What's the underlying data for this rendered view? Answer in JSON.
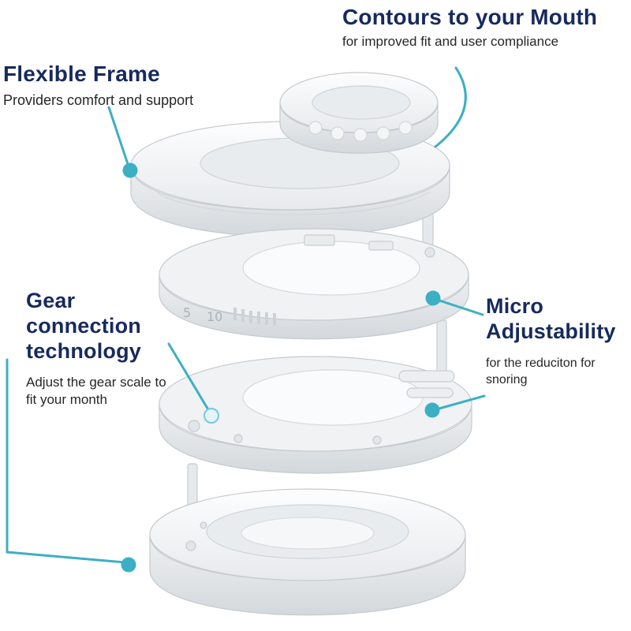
{
  "colors": {
    "accent": "#3dafc4",
    "heading": "#172a5e",
    "body_text": "#262626",
    "background": "#ffffff"
  },
  "callouts": {
    "contours": {
      "title": "Contours to your Mouth",
      "subtitle": "for improved fit and user compliance"
    },
    "flexible_frame": {
      "title": "Flexible Frame",
      "subtitle": "Providers comfort and support"
    },
    "gear_connection": {
      "title": "Gear connection technology",
      "subtitle": "Adjust the gear scale to fit your month"
    },
    "micro_adjustability": {
      "title": "Micro Adjustability",
      "subtitle": "for the reduciton for snoring"
    }
  },
  "device": {
    "scale_mark_5": "5",
    "scale_mark_10": "10"
  }
}
